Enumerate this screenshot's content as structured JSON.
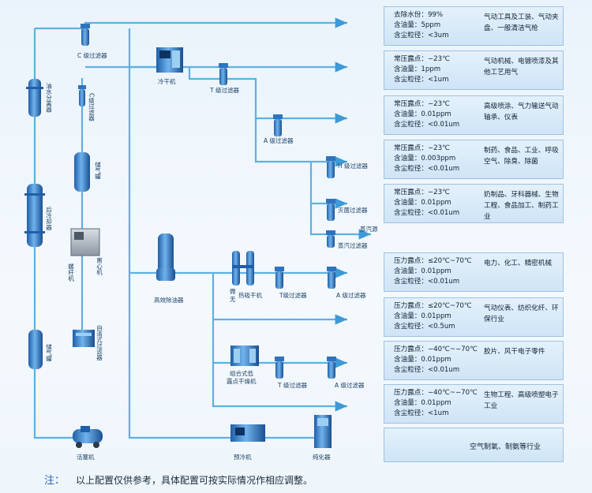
{
  "components": {
    "c_filter_top": "C 级过滤器",
    "oil_water_separator": "油水分离器",
    "c_filter_mid": "C级过滤器",
    "air_tank_1": "储气罐",
    "aftercooler": "后冷却器",
    "screw_machine": "螺杆机",
    "centrifugal_machine": "离心机",
    "self_clean_filter": "自清式过滤器",
    "air_tank_2": "储气罐",
    "piston_machine": "活塞机",
    "refrigerated_dryer": "冷干机",
    "t_filter_1": "T 级过滤器",
    "a_filter_1": "A 级过滤器",
    "h_filter": "H 级过滤器",
    "sterile_filter": "灭菌过滤器",
    "steam_filter": "蒸汽过滤器",
    "steam_label": "蒸汽源",
    "hi_eff_degreaser": "高效除油器",
    "heatless_dryer_a": "微",
    "heatless_dryer_b": "无",
    "heatless_dryer_c": "热吸干机",
    "t_filter_2": "T级过滤器",
    "a_filter_2": "A 级过滤器",
    "combined_dryer_1": "组合式低",
    "combined_dryer_2": "露点干燥机",
    "t_filter_3": "T 级过滤器",
    "a_filter_3": "A 级过滤器",
    "precooler": "预冷机",
    "purifier": "纯化器"
  },
  "specs": [
    {
      "lines": [
        "去除水份：99%",
        "含油量：5ppm",
        "含尘粒径：<3um"
      ],
      "app": "气动工具及工装、气动夹盘、一般清洁气枪"
    },
    {
      "lines": [
        "常压露点：−23℃",
        "含油量：1ppm",
        "含尘粒径：<1um"
      ],
      "app": "气动机械、电镀喷漆及其他工艺用气"
    },
    {
      "lines": [
        "常压露点：−23℃",
        "含油量：0.01ppm",
        "含尘粒径：<0.01um"
      ],
      "app": "高级喷涂、气力输送气动轴承、仪表"
    },
    {
      "lines": [
        "常压露点：−23℃",
        "含油量：0.003ppm",
        "含尘粒径：<0.01um"
      ],
      "app": "制药、食品、工业、呼吸空气、除臭、除菌"
    },
    {
      "lines": [
        "常压露点：−23℃",
        "含油量：0.01ppm",
        "含尘粒径：<0.01um"
      ],
      "app": "奶制品、牙科器械、生物工程、食品加工、制药工业"
    },
    {
      "lines": [
        "压力露点：≤20℃~70℃",
        "含油量：0.01ppm",
        "含尘粒径：<0.01um"
      ],
      "app": "电力、化工、精密机械"
    },
    {
      "lines": [
        "压力露点：≤20℃~70℃",
        "含油量：0.01ppm",
        "含尘粒径：<0.5um"
      ],
      "app": "气动仪表、纺织化纤、环保行业"
    },
    {
      "lines": [
        "压力露点：−40℃~−70℃",
        "含油量：0.01ppm",
        "含尘粒径：<0.01um"
      ],
      "app": "胶片、风干电子零件"
    },
    {
      "lines": [
        "压力露点：−40℃~−70℃",
        "含油量：0.01ppm",
        "含尘粒径：<1um"
      ],
      "app": "生物工程、高级喷塑电子工业"
    }
  ],
  "last_box": "空气制氧、制氨等行业",
  "note": {
    "key": "注：",
    "text": "以上配置仅供参考，具体配置可按实际情况作相应调整。"
  }
}
